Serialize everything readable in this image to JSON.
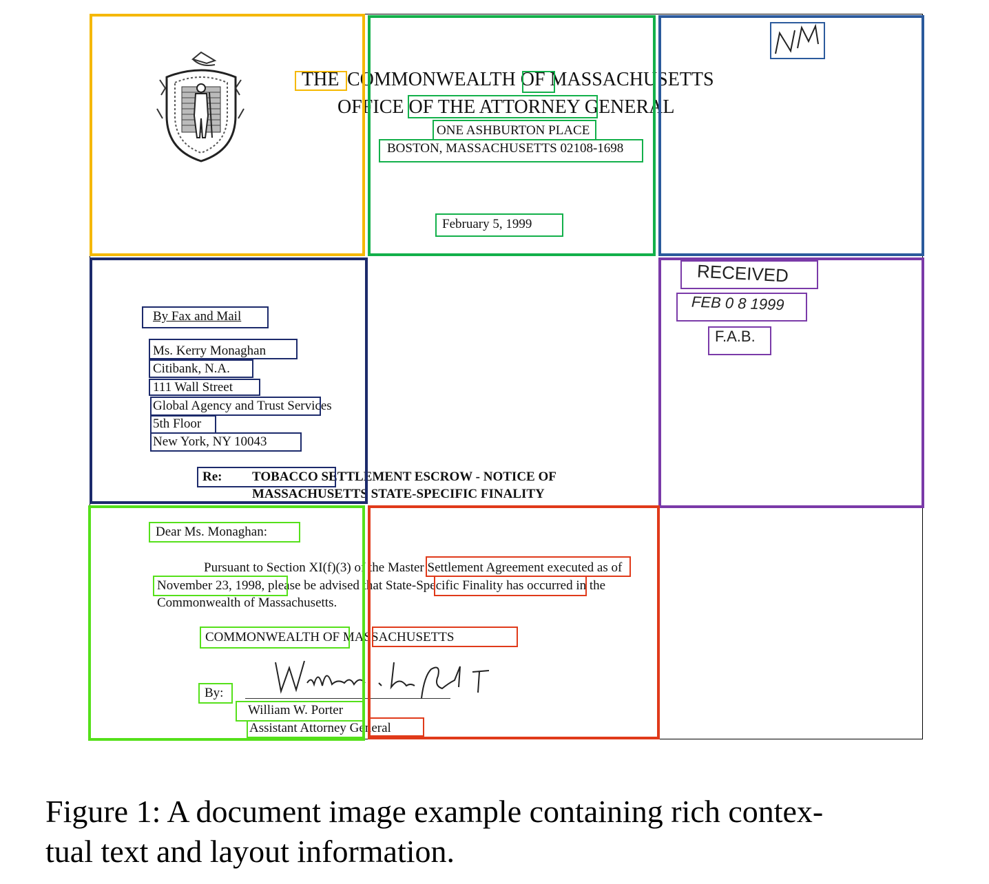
{
  "colors": {
    "yellow": "#f5b800",
    "green": "#12b04a",
    "blue": "#2b5a9c",
    "navy": "#1c2a6b",
    "purple": "#7a3aa8",
    "lime": "#55e01a",
    "red": "#e03a1a"
  },
  "letterhead": {
    "line1_the": "THE",
    "line1_rest": "COMMONWEALTH OF MASSACHUSETTS",
    "line2": "OFFICE OF THE ATTORNEY GENERAL",
    "line3": "ONE ASHBURTON PLACE",
    "line4": "BOSTON, MASSACHUSETTS 02108-1698",
    "date": "February 5, 1999",
    "initials": "NM"
  },
  "stamp": {
    "received": "RECEIVED",
    "date": "FEB 0 8 1999",
    "initials": "F.A.B."
  },
  "address": {
    "delivery": "By Fax and Mail",
    "lines": [
      "Ms. Kerry Monaghan",
      "Citibank, N.A.",
      "111 Wall Street",
      "Global Agency and Trust Services",
      "5th Floor",
      "New York, NY 10043"
    ]
  },
  "subject": {
    "re": "Re:",
    "line1": "TOBACCO SETTLEMENT ESCROW - NOTICE OF",
    "line2": "MASSACHUSETTS STATE-SPECIFIC FINALITY"
  },
  "letter": {
    "salutation": "Dear Ms. Monaghan:",
    "para_line1": "Pursuant to Section XI(f)(3) of the Master Settlement Agreement executed as of",
    "para_line2": "November 23, 1998, please be advised that State-Specific Finality has occurred in the",
    "para_line3": "Commonwealth of Massachusetts."
  },
  "signature_block": {
    "entity": "COMMONWEALTH OF MASSACHUSETTS",
    "by": "By:",
    "signature": "William W. Porter",
    "name": "William W. Porter",
    "title": "Assistant Attorney General"
  },
  "caption": {
    "line1": "Figure 1: A document image example containing rich contex-",
    "line2": "tual text and layout information."
  }
}
